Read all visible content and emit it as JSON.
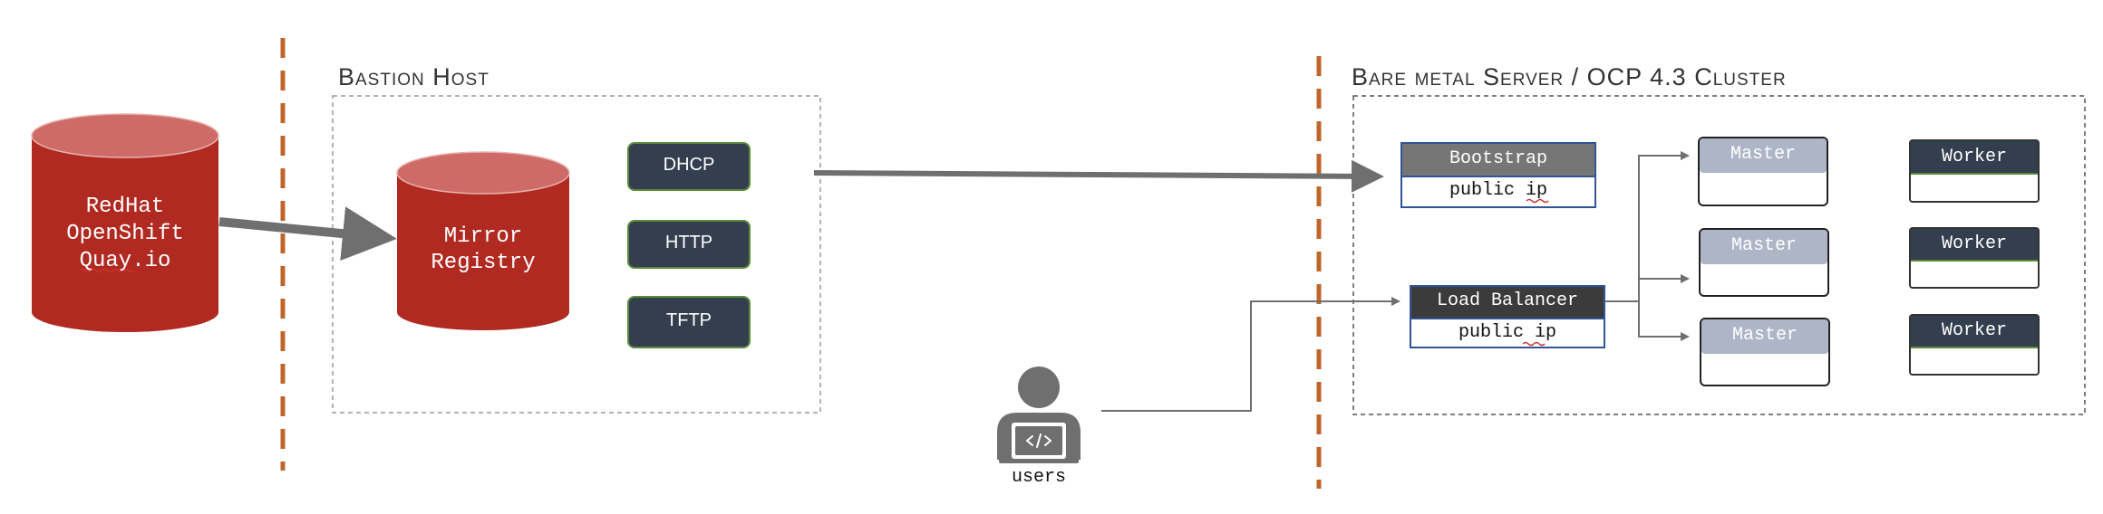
{
  "colors": {
    "cylinder_red": "#b02a22",
    "cylinder_top": "#cf6b66",
    "dark_box": "#333f4f",
    "green_border": "#5a8a3a",
    "master_header": "#adb5c6",
    "worker_header": "#333f4f",
    "bootstrap_header": "#767676",
    "lb_header": "#3b3b3b",
    "blue_border": "#2f5597",
    "arrow_gray": "#6f6f6f",
    "dashed_orange": "#c0652a",
    "region_border": "#9a9a9a"
  },
  "source": {
    "lines": [
      "RedHat",
      "OpenShift",
      "Quay.io"
    ]
  },
  "bastion": {
    "title": "Bastion Host",
    "registry": {
      "lines": [
        "Mirror",
        "Registry"
      ]
    },
    "services": [
      "DHCP",
      "HTTP",
      "TFTP"
    ]
  },
  "cluster": {
    "title": "Bare metal Server / OCP 4.3 Cluster",
    "bootstrap": {
      "title": "Bootstrap",
      "sub": "public ip"
    },
    "load_balancer": {
      "title": "Load Balancer",
      "sub": "public ip"
    },
    "masters": [
      "Master",
      "Master",
      "Master"
    ],
    "workers": [
      "Worker",
      "Worker",
      "Worker"
    ]
  },
  "users": {
    "label": "users",
    "icon": "user-laptop-icon"
  }
}
